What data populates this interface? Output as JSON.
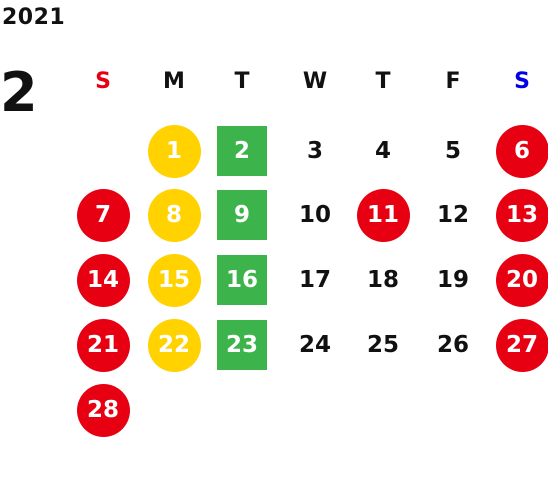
{
  "calendar": {
    "year": "2021",
    "month": "2",
    "weekdays": [
      "S",
      "M",
      "T",
      "W",
      "T",
      "F",
      "S"
    ],
    "colors": {
      "text": "#111111",
      "sunday_header": "#e60012",
      "saturday_header": "#0000e6",
      "holiday_red": "#e60012",
      "monday_yellow": "#ffd200",
      "tuesday_green": "#3cb44b"
    },
    "days": [
      {
        "day": "1",
        "mark": "yellow-circle"
      },
      {
        "day": "2",
        "mark": "green-square"
      },
      {
        "day": "3",
        "mark": "none"
      },
      {
        "day": "4",
        "mark": "none"
      },
      {
        "day": "5",
        "mark": "none"
      },
      {
        "day": "6",
        "mark": "red-circle"
      },
      {
        "day": "7",
        "mark": "red-circle"
      },
      {
        "day": "8",
        "mark": "yellow-circle"
      },
      {
        "day": "9",
        "mark": "green-square"
      },
      {
        "day": "10",
        "mark": "none"
      },
      {
        "day": "11",
        "mark": "red-circle"
      },
      {
        "day": "12",
        "mark": "none"
      },
      {
        "day": "13",
        "mark": "red-circle"
      },
      {
        "day": "14",
        "mark": "red-circle"
      },
      {
        "day": "15",
        "mark": "yellow-circle"
      },
      {
        "day": "16",
        "mark": "green-square"
      },
      {
        "day": "17",
        "mark": "none"
      },
      {
        "day": "18",
        "mark": "none"
      },
      {
        "day": "19",
        "mark": "none"
      },
      {
        "day": "20",
        "mark": "red-circle"
      },
      {
        "day": "21",
        "mark": "red-circle"
      },
      {
        "day": "22",
        "mark": "yellow-circle"
      },
      {
        "day": "23",
        "mark": "green-square"
      },
      {
        "day": "24",
        "mark": "none"
      },
      {
        "day": "25",
        "mark": "none"
      },
      {
        "day": "26",
        "mark": "none"
      },
      {
        "day": "27",
        "mark": "red-circle"
      },
      {
        "day": "28",
        "mark": "red-circle"
      }
    ]
  }
}
